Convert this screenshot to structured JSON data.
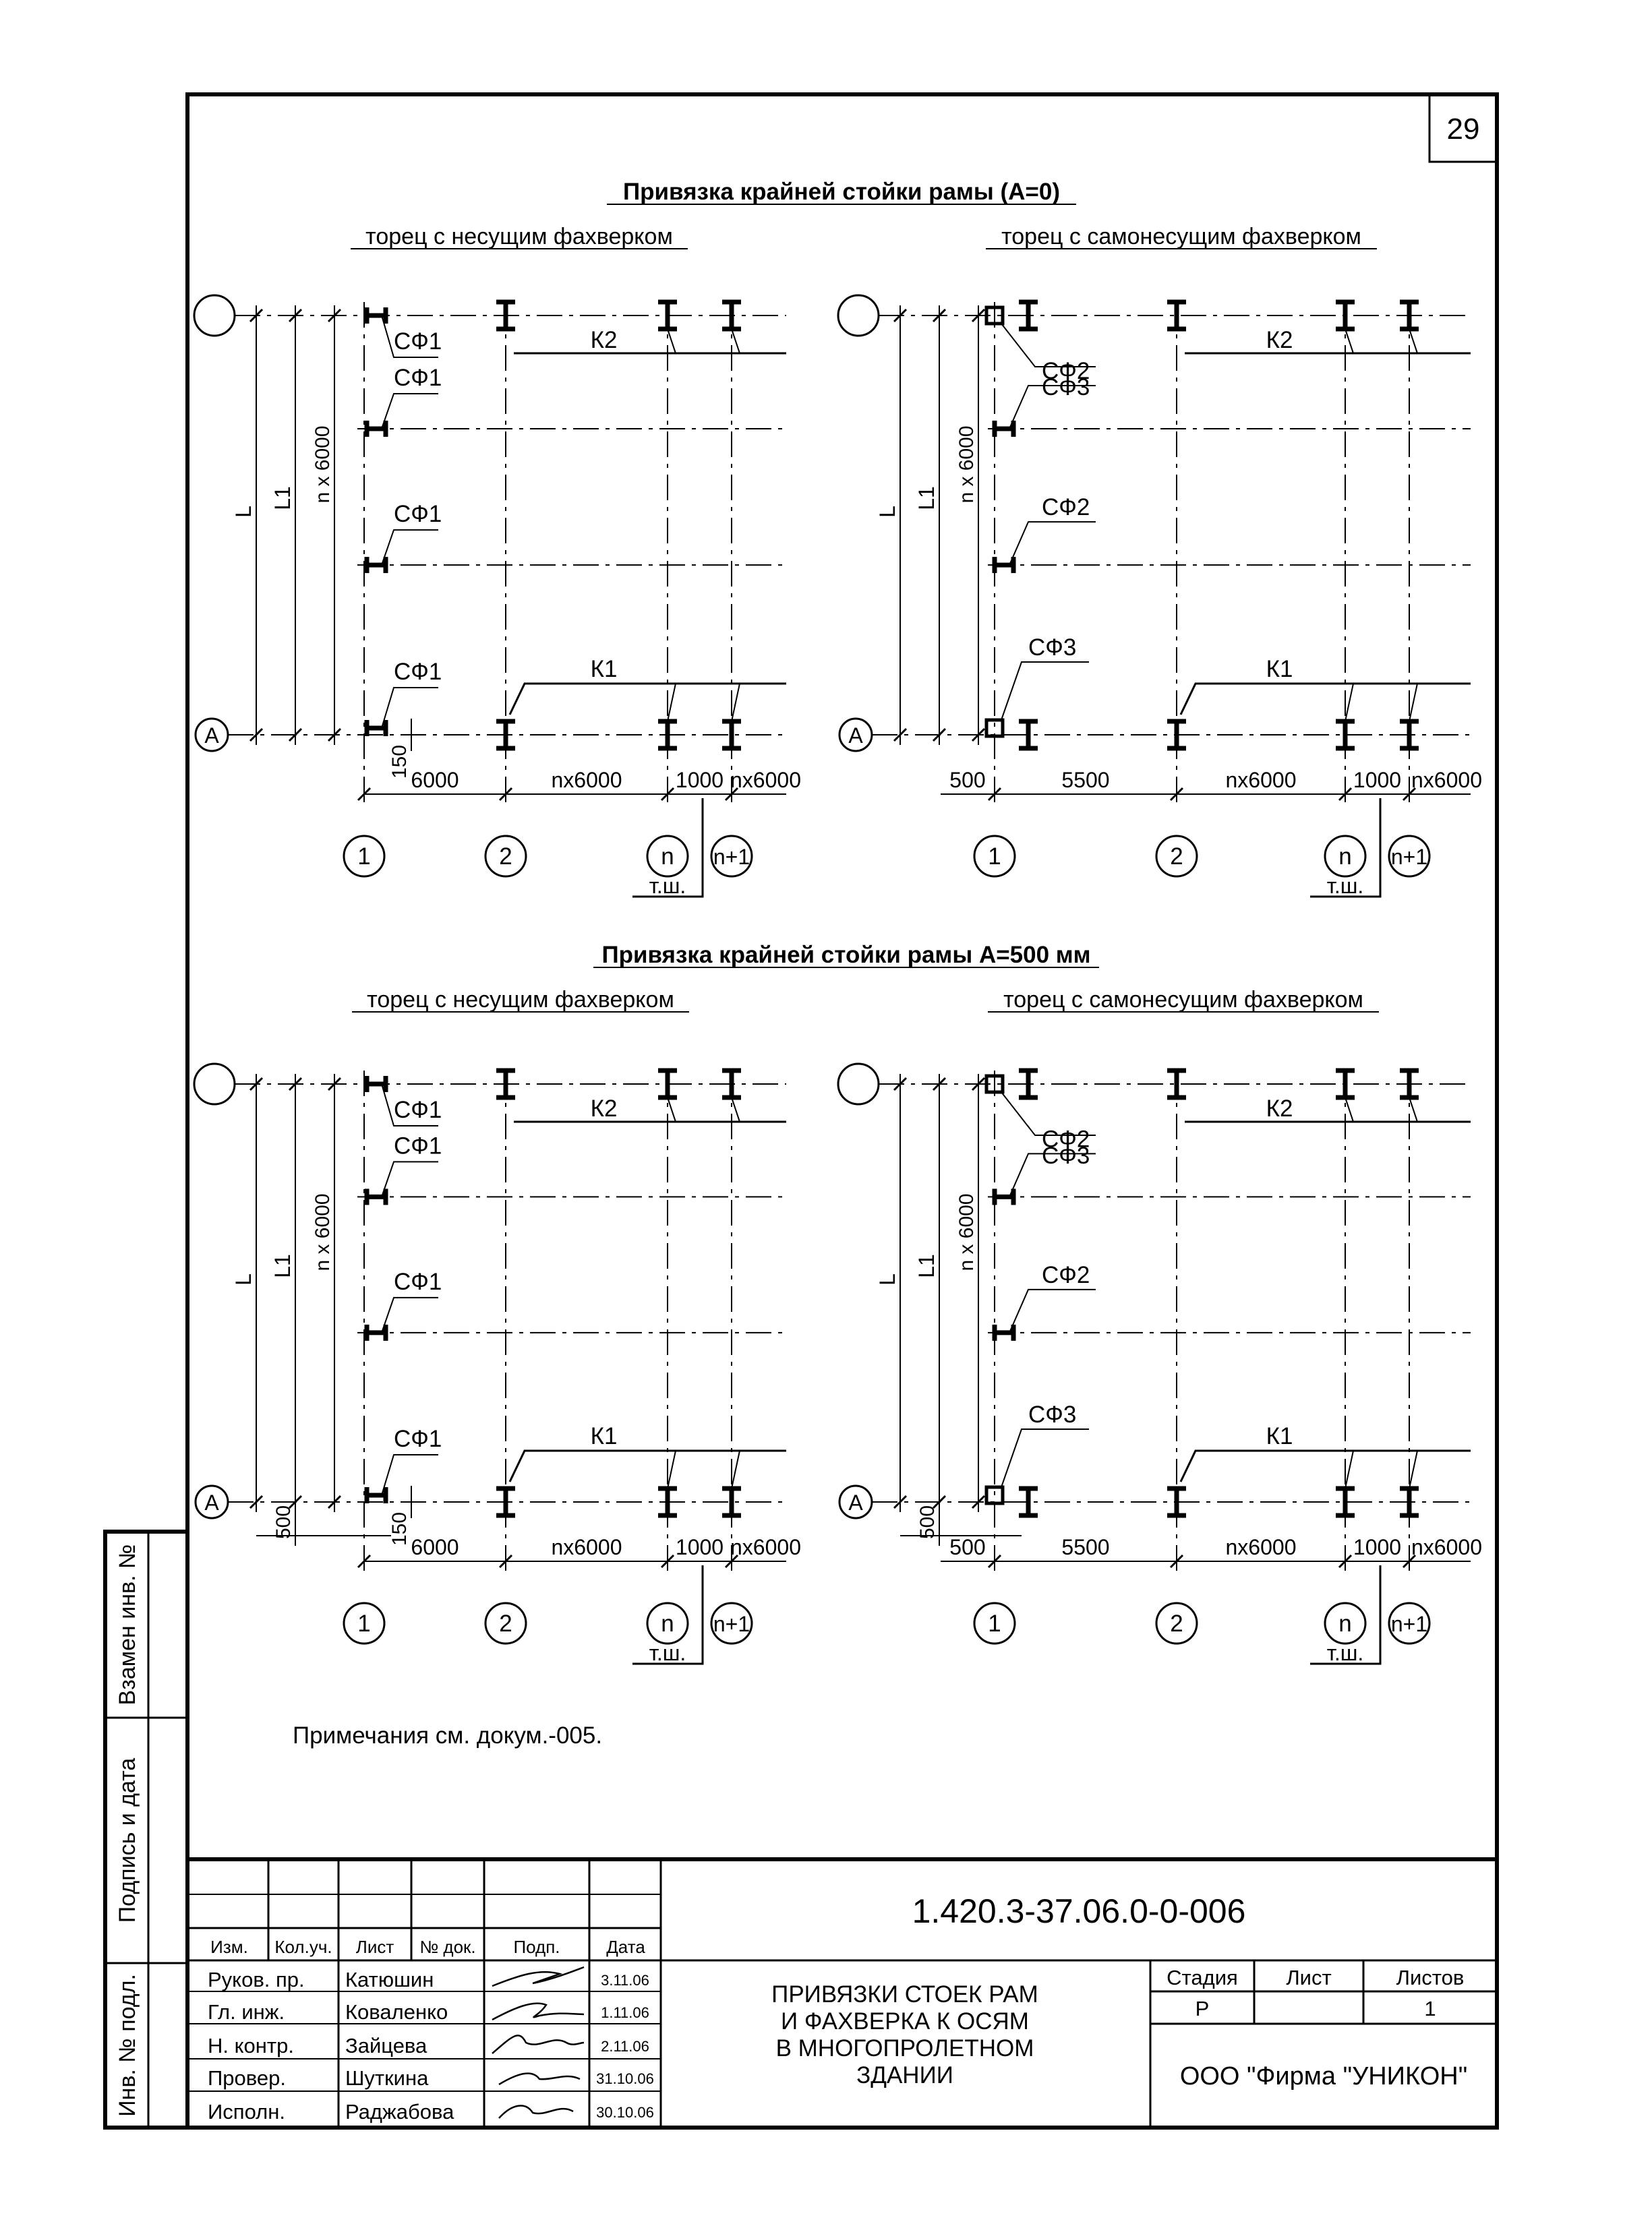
{
  "page_number": "29",
  "sections": [
    {
      "title": "Привязка крайней стойки рамы (А=0)",
      "left_caption": "торец с несущим фахверком",
      "right_caption": "торец с самонесущим фахверком"
    },
    {
      "title": "Привязка крайней стойки рамы А=500 мм",
      "left_caption": "торец с несущим фахверком",
      "right_caption": "торец с самонесущим фахверком"
    }
  ],
  "labels": {
    "L": "L",
    "L1": "L1",
    "n6000": "n x 6000",
    "sf1": "СФ1",
    "sf2": "СФ2",
    "sf3": "СФ3",
    "k1": "К1",
    "k2": "К2",
    "axis_a": "А",
    "d150": "150",
    "d500": "500",
    "d1000": "1000",
    "d5500": "5500",
    "d6000": "6000",
    "dnx6000": "nx6000",
    "ax1": "1",
    "ax2": "2",
    "axn": "n",
    "axn1": "n+1",
    "tsh": "т.ш."
  },
  "note": "Примечания см. докум.-005.",
  "side_labels": {
    "replace": "Взамен инв. №",
    "sign_date": "Подпись и дата",
    "inv_no": "Инв. № подл."
  },
  "title_block": {
    "doc_code": "1.420.3-37.06.0-0-006",
    "headers": [
      "Изм.",
      "Кол.уч.",
      "Лист",
      "№ док.",
      "Подп.",
      "Дата"
    ],
    "signers": [
      {
        "role": "Руков. пр.",
        "name": "Катюшин",
        "date": "3.11.06"
      },
      {
        "role": "Гл. инж.",
        "name": "Коваленко",
        "date": "1.11.06"
      },
      {
        "role": "Н. контр.",
        "name": "Зайцева",
        "date": "2.11.06"
      },
      {
        "role": "Провер.",
        "name": "Шуткина",
        "date": "31.10.06"
      },
      {
        "role": "Исполн.",
        "name": "Раджабова",
        "date": "30.10.06"
      }
    ],
    "drawing_title": [
      "ПРИВЯЗКИ  СТОЕК РАМ",
      "И ФАХВЕРКА К ОСЯМ",
      "В МНОГОПРОЛЕТНОМ",
      "ЗДАНИИ"
    ],
    "stage_label": "Стадия",
    "sheet_label": "Лист",
    "sheets_label": "Листов",
    "stage": "Р",
    "sheet": "",
    "sheets": "1",
    "firm": "ООО  \"Фирма \"УНИКОН\""
  }
}
